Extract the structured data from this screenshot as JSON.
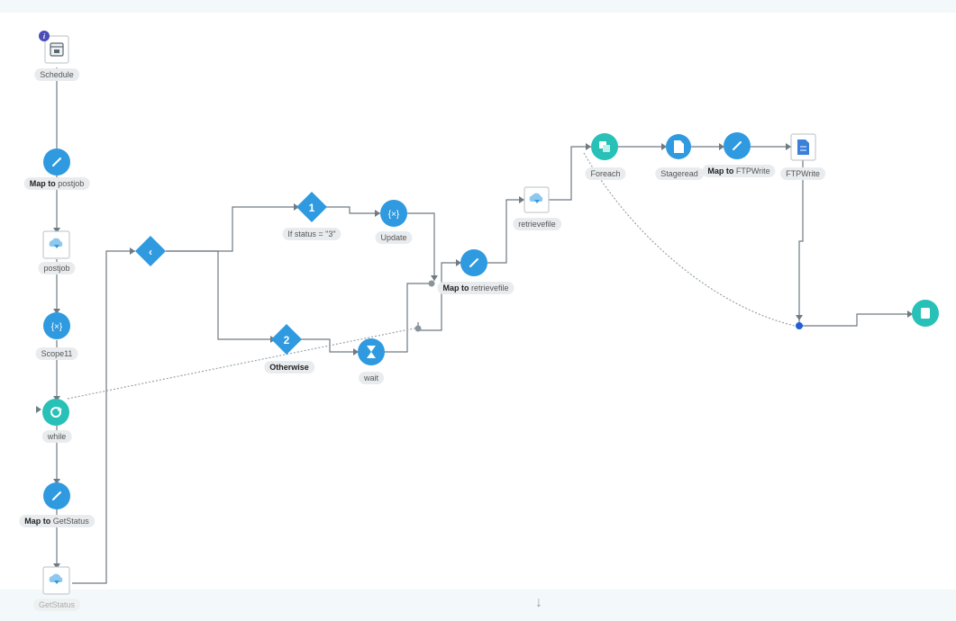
{
  "nodes": {
    "schedule": {
      "label": "Schedule",
      "badge": "i"
    },
    "map_postjob": {
      "bold": "Map to",
      "label": " postjob"
    },
    "postjob": {
      "label": "postjob"
    },
    "scope11": {
      "label": "Scope11",
      "glyph": "{×}"
    },
    "while": {
      "label": "while"
    },
    "map_getstatus": {
      "bold": "Map to",
      "label": " GetStatus"
    },
    "getstatus": {
      "label": "GetStatus"
    },
    "switch": {
      "glyph": "‹"
    },
    "case1": {
      "number": "1",
      "label": "If status = \"3\""
    },
    "update": {
      "label": "Update",
      "glyph": "{×}"
    },
    "case2": {
      "number": "2",
      "label": "Otherwise"
    },
    "wait": {
      "label": "wait"
    },
    "map_retrievefile": {
      "bold": "Map to",
      "label": " retrievefile"
    },
    "retrievefile": {
      "label": "retrievefile"
    },
    "foreach": {
      "label": "Foreach"
    },
    "stageread": {
      "label": "Stageread"
    },
    "map_ftpwrite": {
      "bold": "Map to",
      "label": " FTPWrite"
    },
    "ftpwrite": {
      "label": "FTPWrite"
    }
  },
  "footer": {
    "arrow": "↓"
  },
  "colors": {
    "blue": "#2f9ae0",
    "teal": "#27c1b7",
    "line": "#6f7a82",
    "badge": "#4a4eb8",
    "end_dot": "#1f5fd6"
  },
  "icons": {
    "schedule": "calendar-icon",
    "map": "map-wand-icon",
    "connector": "cloud-connector-icon",
    "scope": "braces-icon",
    "while": "loop-icon",
    "switch": "switch-diamond-icon",
    "wait": "hourglass-icon",
    "foreach": "foreach-icon",
    "stageread": "file-icon",
    "ftpwrite": "ftp-file-icon",
    "end": "stop-icon"
  }
}
